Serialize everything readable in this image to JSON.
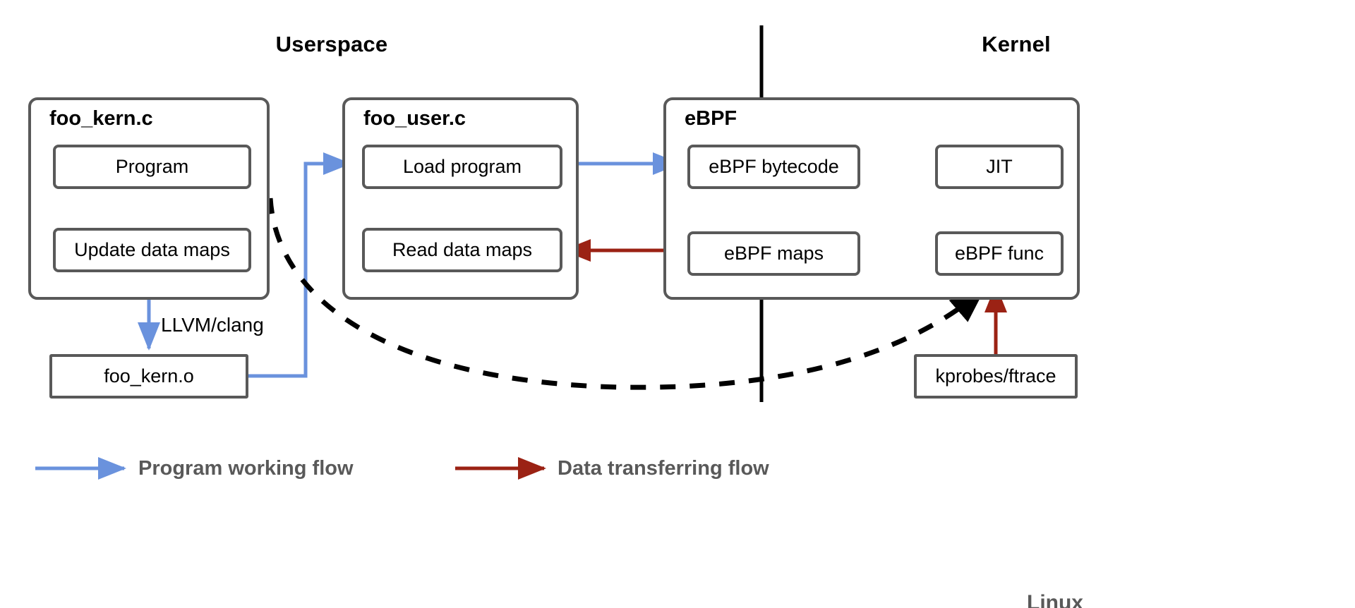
{
  "diagram": {
    "title_left": "Userspace",
    "title_right": "Kernel",
    "background": "#ffffff",
    "colors": {
      "box_border": "#595959",
      "program_flow": "#6a92dd",
      "data_flow": "#9b2214",
      "divider": "#000000",
      "legend_text": "#595959",
      "dashed": "#000000"
    }
  },
  "groups": {
    "foo_kern": {
      "title": "foo_kern.c",
      "nodes": [
        {
          "label": "Program"
        },
        {
          "label": "Update data maps"
        }
      ]
    },
    "foo_user": {
      "title": "foo_user.c",
      "nodes": [
        {
          "label": "Load program"
        },
        {
          "label": "Read data maps"
        }
      ]
    },
    "ebpf": {
      "title": "eBPF",
      "nodes": [
        {
          "label": "eBPF bytecode"
        },
        {
          "label": "JIT"
        },
        {
          "label": "eBPF maps"
        },
        {
          "label": "eBPF func"
        }
      ]
    }
  },
  "standalone_nodes": [
    {
      "label": "foo_kern.o"
    },
    {
      "label": "kprobes/ftrace"
    }
  ],
  "edge_labels": [
    {
      "label": "LLVM/clang"
    }
  ],
  "legend": {
    "items": [
      {
        "label": "Program working flow",
        "color": "#6a92dd"
      },
      {
        "label": "Data transferring flow",
        "color": "#9b2214"
      }
    ]
  },
  "footer": {
    "clipped_text": "Linux"
  }
}
